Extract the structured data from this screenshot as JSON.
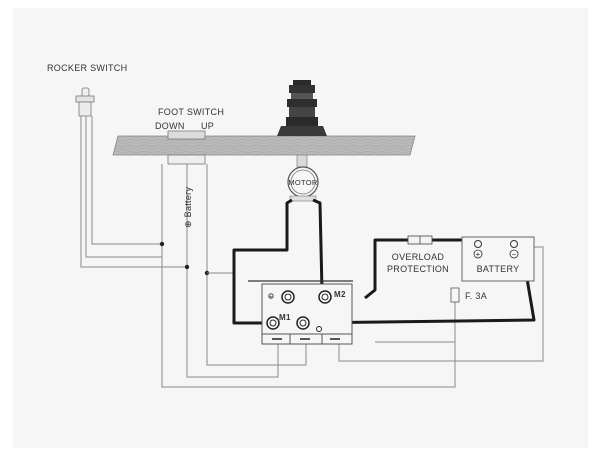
{
  "labels": {
    "rocker_switch": "ROCKER SWITCH",
    "foot_switch": "FOOT SWITCH",
    "down": "DOWN",
    "up": "UP",
    "battery_wire": "⊕ Battery",
    "motor": "MOTOR",
    "overload_line1": "OVERLOAD",
    "overload_line2": "PROTECTION",
    "battery": "BATTERY",
    "fuse": "F. 3A",
    "m1": "M1",
    "m2": "M2",
    "battery_plus": "+",
    "battery_minus": "−",
    "solenoid_plus": "+",
    "solenoid_minus": "−"
  },
  "colors": {
    "background": "#f6f6f6",
    "thin_wire": "#8a8a8a",
    "power_wire": "#1a1a1a",
    "deck": "#b0b0b0"
  }
}
